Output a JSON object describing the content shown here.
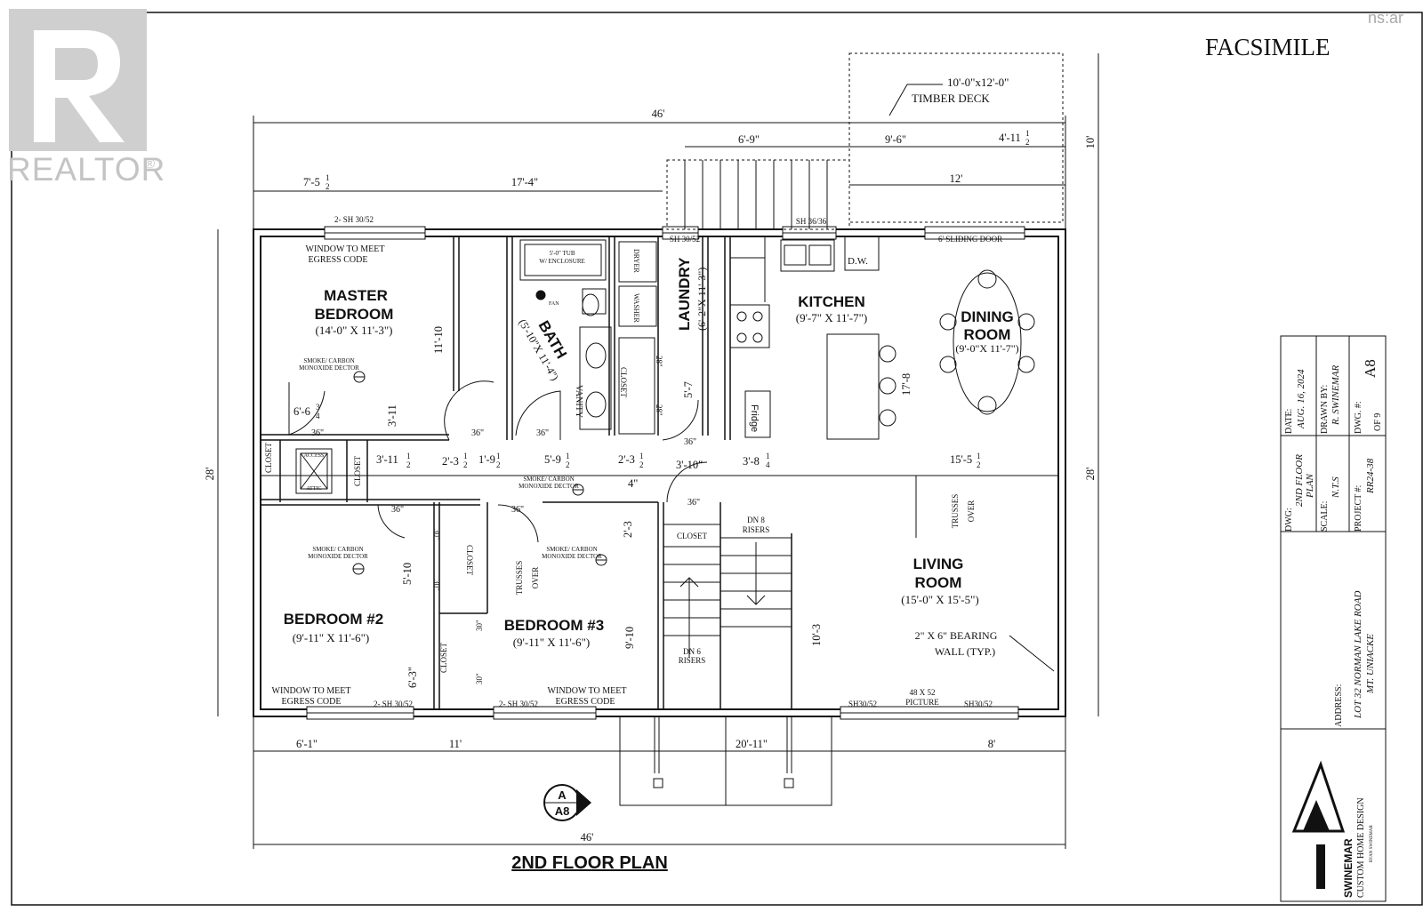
{
  "watermark": {
    "brand": "REALTOR",
    "mark": "®",
    "corner_logo": "ns:ar"
  },
  "facsimile": "FACSIMILE",
  "plan_title": "2ND FLOOR PLAN",
  "deck": {
    "size": "10'-0\"x12'-0\"",
    "label": "TIMBER DECK"
  },
  "rooms": [
    {
      "name_lines": [
        "MASTER",
        "BEDROOM"
      ],
      "size": "(14'-0\" X 11'-3\")"
    },
    {
      "name_lines": [
        "BATH"
      ],
      "size": "(5'-10\"X 11'-4\")"
    },
    {
      "name_lines": [
        "LAUNDRY"
      ],
      "size": "(6'-2\"X 11'-3\")"
    },
    {
      "name_lines": [
        "KITCHEN"
      ],
      "size": "(9'-7\" X 11'-7\")"
    },
    {
      "name_lines": [
        "DINING",
        "ROOM"
      ],
      "size": "(9'-0\"X 11'-7\")"
    },
    {
      "name_lines": [
        "LIVING",
        "ROOM"
      ],
      "size": "(15'-0\" X 15'-5\")"
    },
    {
      "name_lines": [
        "BEDROOM #2"
      ],
      "size": "(9'-11\" X 11'-6\")"
    },
    {
      "name_lines": [
        "BEDROOM #3"
      ],
      "size": "(9'-11\" X 11'-6\")"
    }
  ],
  "notes": {
    "egress1": [
      "WINDOW TO MEET",
      "EGRESS CODE"
    ],
    "egress2": [
      "WINDOW TO MEET",
      "EGRESS CODE"
    ],
    "egress3": [
      "WINDOW TO MEET",
      "EGRESS CODE"
    ],
    "smoke": [
      "SMOKE/ CARBON",
      "MONOXIDE DECTOR"
    ],
    "tub": [
      "5'-0\" TUB",
      "W/ ENCLOSURE"
    ],
    "fan": "FAN",
    "vanity": "VANITY",
    "dryer": "DRYER",
    "washer": "WASHER",
    "dw": "D.W.",
    "fridge": "Fridge",
    "closet": "CLOSET",
    "access": "ACCESS",
    "attic": "ATTIC",
    "sliding_door": "6' SLIDING DOOR",
    "trusses": [
      "TRUSSES",
      "OVER"
    ],
    "dn8": [
      "DN 8",
      "RISERS"
    ],
    "dn6": [
      "DN 6",
      "RISERS"
    ],
    "bearing": [
      "2\" X 6\" BEARING",
      "WALL (TYP.)"
    ],
    "picture": [
      "48 X 52",
      "PICTURE"
    ],
    "door36": "36\"",
    "door30": "30\"",
    "door28": "28\""
  },
  "windows": {
    "top_left": "2- SH 30/52",
    "laundry": "SH 30/52",
    "kitchen": "SH 36/36",
    "bottom_b2": "2- SH 30/52",
    "bottom_b3": "2- SH 30/52",
    "living_left": "SH30/52",
    "living_right": "SH30/52"
  },
  "dimensions": {
    "overall_top": "46'",
    "overall_bottom": "46'",
    "depth_left": "28'",
    "depth_right": "28'",
    "deck_depth": "10'",
    "top_7_5": "7'-5",
    "top_17_4": "17'-4\"",
    "top_6_9": "6'-9\"",
    "top_9_6": "9'-6\"",
    "top_4_11": "4'-11",
    "top_12": "12'",
    "bot_6_1": "6'-1\"",
    "bot_11": "11'",
    "bot_20_11": "20'-11\"",
    "bot_8": "8'",
    "mb_11_10": "11'-10",
    "mb_6_6": "6'-6",
    "mb_3_11": "3'-11",
    "hall_3_11": "3'-11",
    "hall_2_3a": "2'-3",
    "hall_1_9": "1'-9",
    "hall_5_9": "5'-9",
    "hall_2_3b": "2'-3",
    "hall_3_10": "3'-10\"",
    "hall_3_8": "3'-8",
    "hall_15_5": "15'-5",
    "hall_4": "4\"",
    "hall_2_3c": "2'-3",
    "lau_5_7": "5'-7",
    "k_17_8": "17'-8",
    "b2_5_10": "5'-10",
    "b2_6_3": "6'-3\"",
    "b3_9_10": "9'-10",
    "st_10_3": "10'-3"
  },
  "fractions": {
    "half": [
      "1",
      "2"
    ],
    "three_quarter": [
      "3",
      "4"
    ],
    "quarter": [
      "1",
      "4"
    ]
  },
  "section_marker": {
    "letter": "A",
    "sheet": "A8"
  },
  "title_block": {
    "dwg_label": "DWG:",
    "dwg_value_lines": [
      "2ND FLOOR",
      "PLAN"
    ],
    "date_label": "DATE:",
    "date_value": "AUG. 16, 2024",
    "scale_label": "SCALE:",
    "scale_value": "N.T.S",
    "drawn_label": "DRAWN BY:",
    "drawn_value": "R. SWINEMAR",
    "project_label": "PROJECT #:",
    "project_value": "RR24-38",
    "dwgno_label": "DWG. #:",
    "dwgno_value": "A8",
    "of": "OF 9",
    "address_label": "ADDRESS:",
    "address_lines": [
      "LOT 32 NORMAN LAKE ROAD",
      "MT. UNIACKE"
    ],
    "company": "SWINEMAR",
    "company_sub": "CUSTOM HOME DESIGN",
    "designer": "RYAN SWINEMAR"
  }
}
